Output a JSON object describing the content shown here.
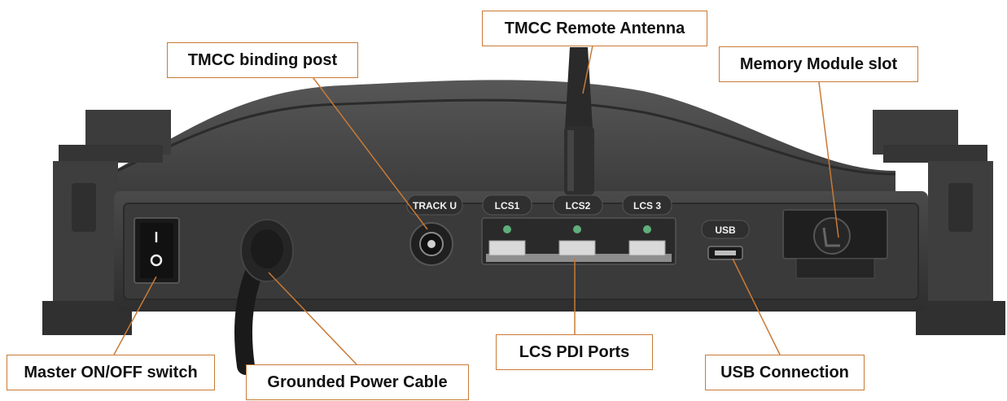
{
  "callouts": {
    "tmcc_binding_post": "TMCC binding post",
    "tmcc_remote_antenna": "TMCC Remote Antenna",
    "memory_module_slot": "Memory Module slot",
    "master_switch": "Master ON/OFF switch",
    "power_cable": "Grounded Power Cable",
    "lcs_pdi_ports": "LCS PDI Ports",
    "usb_connection": "USB Connection"
  },
  "device_labels": {
    "track_u": "TRACK U",
    "lcs1": "LCS1",
    "lcs2": "LCS2",
    "lcs3": "LCS 3",
    "usb": "USB"
  },
  "colors": {
    "callout_border": "#c97a36",
    "leader_line": "#c97a36",
    "device_body": "#3a3a3a",
    "status_led": "#5fae7c"
  }
}
